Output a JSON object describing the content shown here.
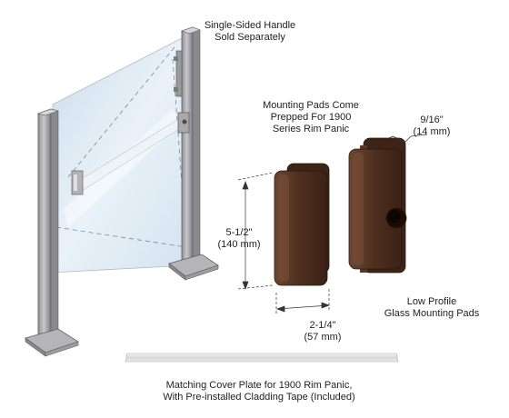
{
  "labels": {
    "handle": [
      "Single-Sided Handle",
      "Sold Separately"
    ],
    "mounting_pads": [
      "Mounting Pads Come",
      "Prepped For 1900",
      "Series Rim Panic"
    ],
    "depth": [
      "9/16\"",
      "(14 mm)"
    ],
    "height": [
      "5-1/2\"",
      "(140 mm)"
    ],
    "width": [
      "2-1/4\"",
      "(57 mm)"
    ],
    "low_profile": [
      "Low Profile",
      "Glass Mounting Pads"
    ],
    "cover_plate": [
      "Matching Cover Plate for 1900 Rim Panic,",
      "With Pre-installed Cladding Tape (Included)"
    ]
  },
  "colors": {
    "pad_brown": "#4a2c1c",
    "pad_brown_light": "#6a4530",
    "post_gray": "#a8a8ac",
    "glass": "#d9e7f2"
  }
}
